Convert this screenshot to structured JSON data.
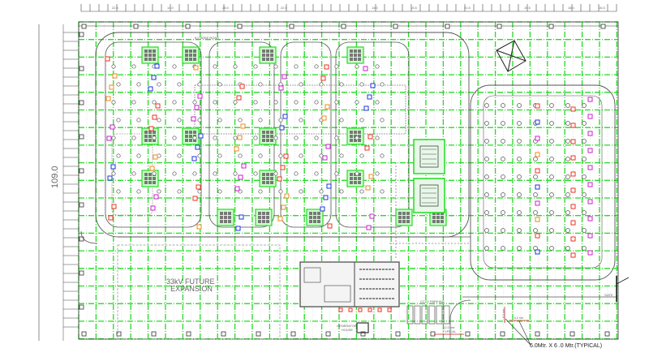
{
  "drawing": {
    "overall_dimension": "109.0",
    "top_dimensions": [
      "22.5",
      "14.0",
      "25.0",
      "22.5",
      "14.0",
      "15.5",
      "21.5",
      "19.5",
      "16.0",
      "16.5"
    ],
    "future_expansion_label_line1": "33kV FUTURE",
    "future_expansion_label_line2": "EXPANSION",
    "generator_label_line1": "GENERATOR",
    "generator_label_line2": "HOUSE",
    "parking_label": "CCTV PARKING",
    "spacing_label_line1": "12.0 mtr",
    "spacing_label_line2": "TYPICAL",
    "gate_label": "GATE",
    "grid_note": "6.0Mtr. X 6 .0 Mtr.(TYPICAL)",
    "grid_dim_v": "6.0 mtr",
    "grid_dim_h": "6.0 mtr",
    "road_label": "6.0 WIDE ROAD",
    "grid_color": "#22dd22",
    "line_color": "#555555",
    "marker_colors": {
      "red": "#ee3322",
      "blue": "#2233dd",
      "magenta": "#cc22cc",
      "orange": "#ee8822"
    }
  }
}
